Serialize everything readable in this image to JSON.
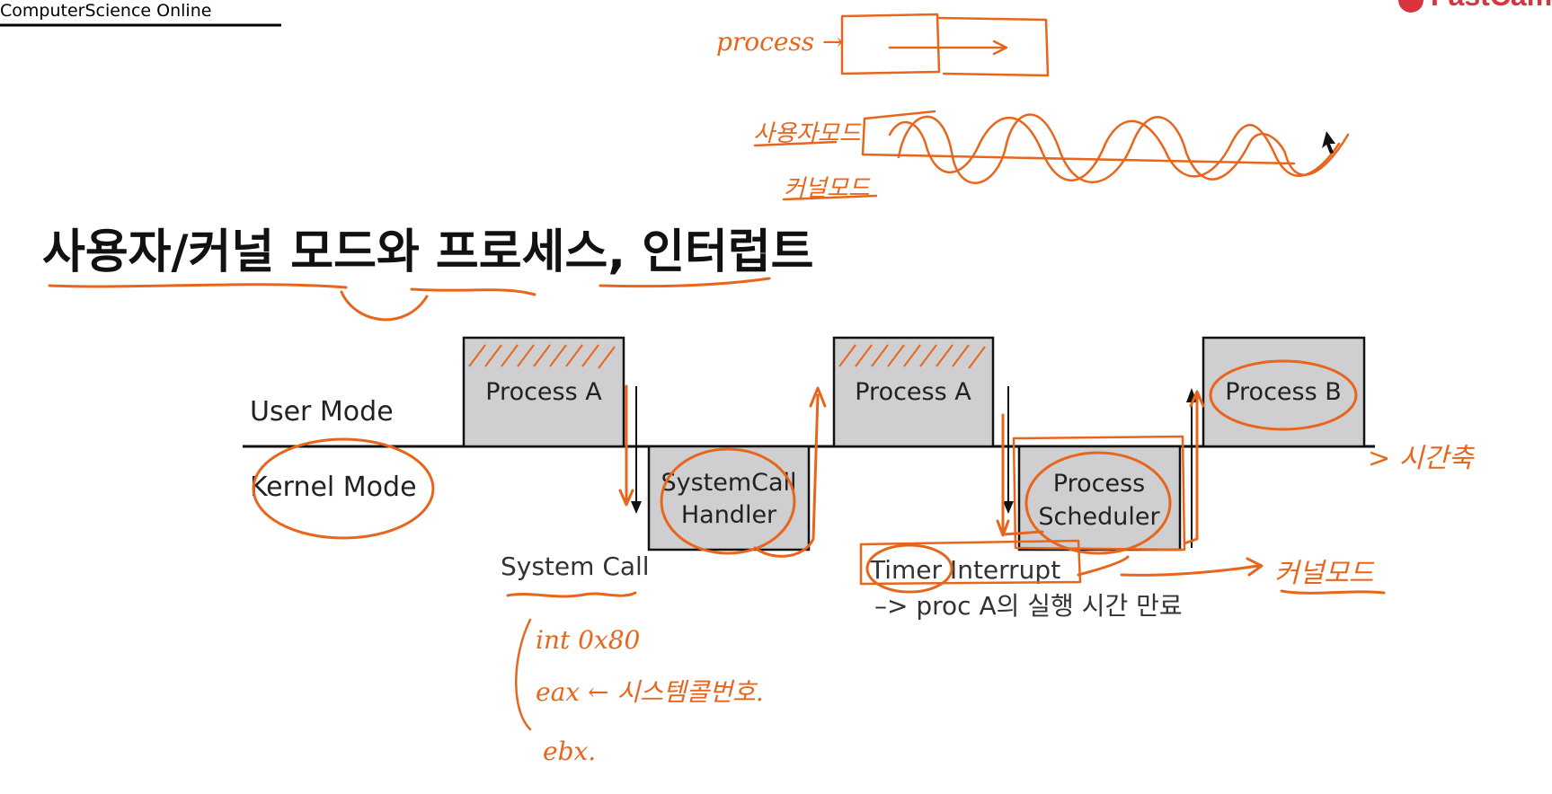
{
  "header": {
    "site_name": "ComputerScience Online",
    "logo_text": "FastCam"
  },
  "title": "사용자/커널 모드와 프로세스, 인터럽트",
  "diagram": {
    "user_mode_label": "User  Mode",
    "kernel_mode_label": "Kernel  Mode",
    "boxes": {
      "process_a_1": "Process  A",
      "syscall_handler_line1": "SystemCall",
      "syscall_handler_line2": "Handler",
      "process_a_2": "Process  A",
      "scheduler_line1": "Process",
      "scheduler_line2": "Scheduler",
      "process_b": "Process  B"
    },
    "system_call_label": "System  Call",
    "timer_interrupt_label": "Timer  Interrupt",
    "timer_note": "–> proc  A의  실행  시간  만료"
  },
  "annotations": {
    "process_note": "process →",
    "user_mode_kr": "사용자모드",
    "kernel_mode_kr": "커널모드",
    "time_axis": "> 시간축",
    "kernel_mode_note": "커널모드",
    "int_line": "int  0x80",
    "eax_line": "eax ← 시스템콜번호.",
    "ebx_line": "ebx."
  },
  "colors": {
    "annotation": "#e8661c",
    "box_fill": "#cfcfd1",
    "logo": "#d9333f"
  }
}
